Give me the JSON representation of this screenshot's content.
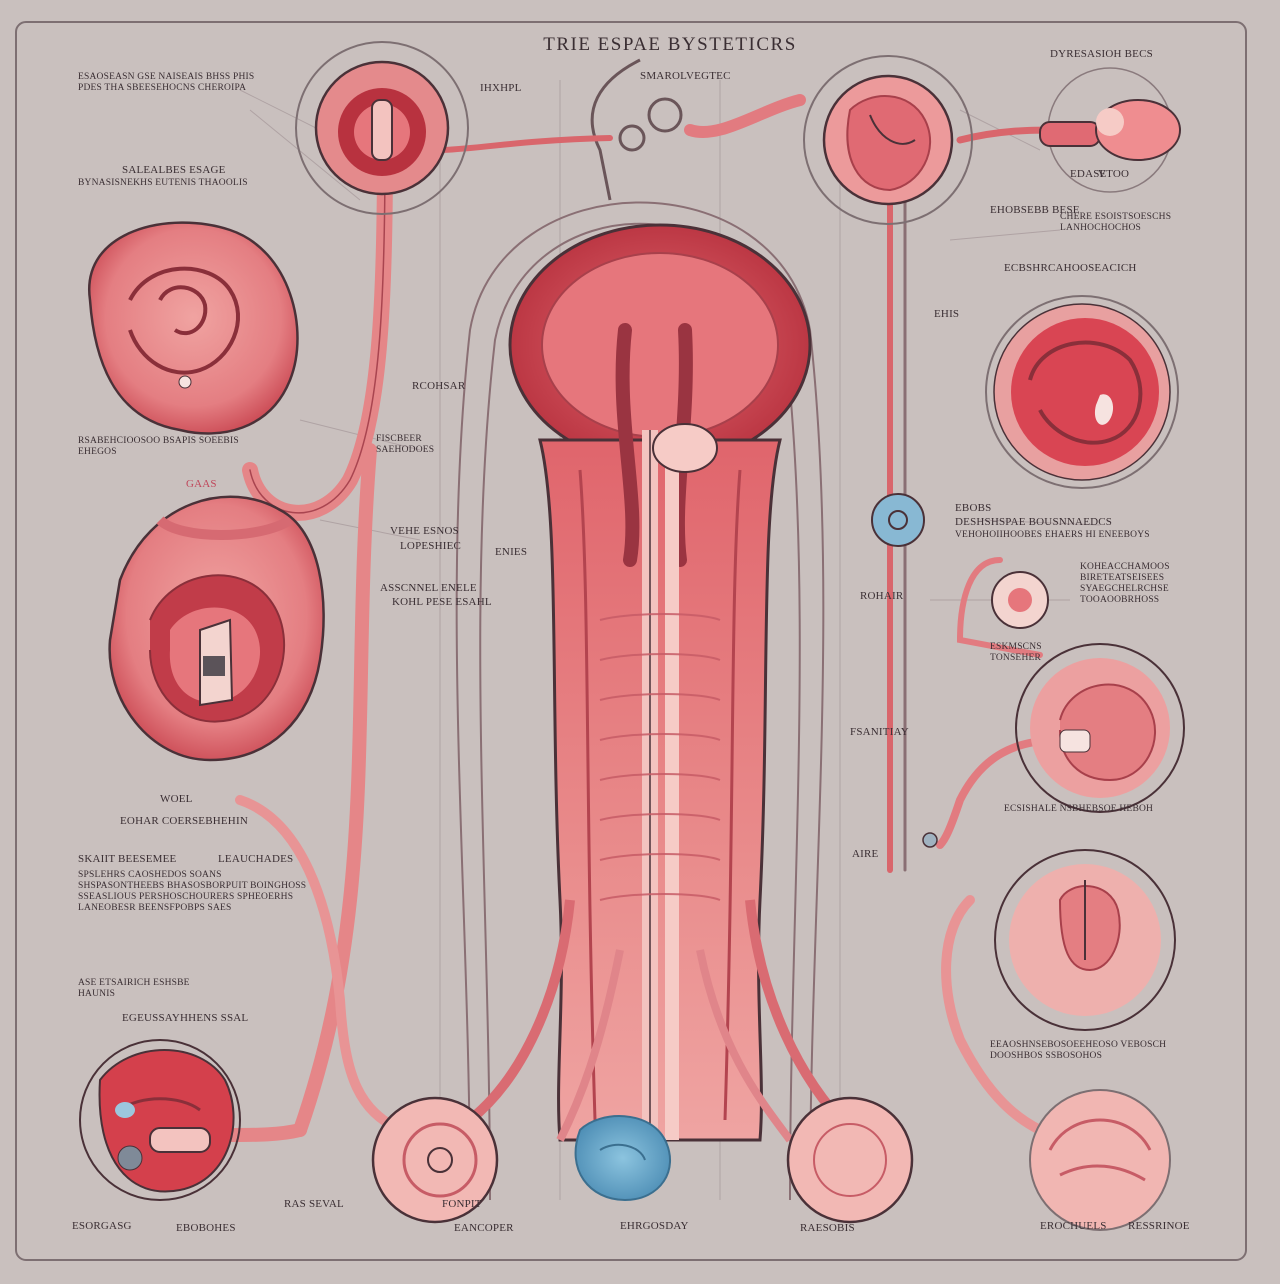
{
  "title": "TRIE ESPAE BYSTETICRS",
  "colors": {
    "background": "#c9c0be",
    "tissue": "#e88a8c",
    "tissue_dark": "#c8444f",
    "tissue_light": "#f3b4b2",
    "outline": "#4a3138",
    "accent_blue": "#6ea9c9"
  },
  "labels": {
    "top_center": "SMAROLVEGTEC",
    "top_right": "DYRESASIOH BECS",
    "top_mid_left": "IHXHPL",
    "left_header": "ESAOSEASN GSE NAISEAIS BHSS PHIS PDES THA SBEESEHOCNS CHEROIPA",
    "left_block_1": "SALEALBES ESAGE",
    "left_block_1b": "BYNASISNEKHS EUTENIS THAOOLIS",
    "left_mid": "RSABEHCIOOSOO BSAPIS SOEEBIS EHEGOS",
    "center_left_1": "RCOHSAR",
    "center_left_2": "FISCBEER SAEHODOES",
    "center_left_3": "VEHE ESNOS",
    "center_left_4": "LOPESHIEC",
    "center_left_5": "ENIES",
    "center_left_6": "ASSCNNEL ENELE",
    "center_left_7": "KOHL PESE ESAHL",
    "red_note": "GAAS",
    "left_lower": "WOEL",
    "left_lower_2": "EOHAR COERSEBHEHIN",
    "left_lower_3": "SKAIIT BEESEMEE",
    "left_lower_3b": "LEAUCHADES",
    "left_paragraph": "SPSLEHRS CAOSHEDOS SOANS SHSPASONTHEEBS BHASOSBORPUIT BOINGHOSS SSEASLIOUS PERSHOSCHOURERS SPHEOERHS LANEOBESR BEENSFPOBPS SAES",
    "left_paragraph_2": "ASE ETSAIRICH ESHSBE HAUNIS",
    "left_bottom_1": "EGEUSSAYHHENS SSAL",
    "left_bottom_2": "ESORGASG",
    "left_bottom_3": "EBOBOHES",
    "bottom_1": "RAS SEVAL",
    "bottom_2": "EANCOPER",
    "bottom_3": "EHRGOSDAY",
    "bottom_4": "RAESOBIS",
    "bottom_5": "EROCHUELS",
    "bottom_6": "RESSRINOE",
    "right_1": "EHOBSEBB BESE",
    "right_2": "CHERE ESOISTSOESCHS LANHOCHOCHOS",
    "right_3": "EDASE",
    "right_4": "ECBSHRCAHOOSEACICH",
    "right_5": "EHIS",
    "right_6": "EBOBS",
    "right_7": "DESHSHSPAE BOUSNNAEDCS",
    "right_8": "VEHOHOIIHOOBES EHAERS HI ENEEBOYS",
    "right_9": "ROHAIR",
    "right_10": "KOHEACCHAMOOS BIRETEATSEISEES SYAEGCHELRCHSE TOOAOOBRHOSS",
    "right_11": "ESKMSCNS TONSEHER",
    "right_12": "FSANITIAY",
    "right_13": "AIRE",
    "right_14": "ECSISHALE NSBHEBSOE HEBOH",
    "right_15": "EEAOSHNSEBOSOEEHEOSO VEBOSCH DOOSHBOS SSBOSOHOS",
    "right_16": "VTOO",
    "right_17": "FONPIT"
  }
}
